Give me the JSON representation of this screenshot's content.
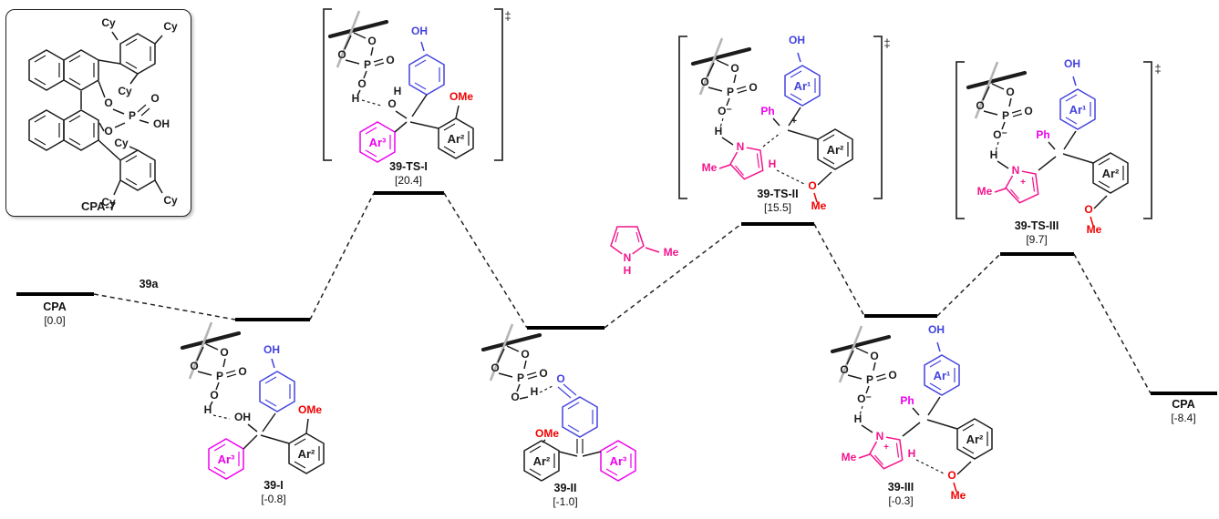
{
  "palette": {
    "blue": "#4343e0",
    "magenta": "#ee00ee",
    "pink": "#f4148c",
    "red": "#f20000",
    "gray_slash": "#b5b5b5",
    "black": "#1c1c1c"
  },
  "atoms": {
    "oh": "OH",
    "ome": "OMe",
    "o": "O",
    "ominus": "O⁻",
    "p": "P",
    "h": "H",
    "n": "N",
    "me": "Me",
    "ph": "Ph",
    "ar1": "Ar¹",
    "ar2": "Ar²",
    "ar3": "Ar³",
    "cy": "Cy",
    "plus": "+",
    "ddagger": "‡"
  },
  "catalyst": {
    "label": "CPA-7"
  },
  "labels": {
    "reagent": "39a"
  },
  "species": {
    "cpa_start": {
      "name": "CPA",
      "energy": "[0.0]",
      "value": 0.0
    },
    "int1": {
      "name": "39-I",
      "energy": "[-0.8]",
      "value": -0.8
    },
    "ts1": {
      "name": "39-TS-I",
      "energy": "[20.4]",
      "value": 20.4
    },
    "int2": {
      "name": "39-II",
      "energy": "[-1.0]",
      "value": -1.0
    },
    "ts2": {
      "name": "39-TS-II",
      "energy": "[15.5]",
      "value": 15.5
    },
    "int3": {
      "name": "39-III",
      "energy": "[-0.3]",
      "value": -0.3
    },
    "ts3": {
      "name": "39-TS-III",
      "energy": "[9.7]",
      "value": 9.7
    },
    "cpa_end": {
      "name": "CPA",
      "energy": "[-8.4]",
      "value": -8.4
    }
  },
  "chart_data": {
    "type": "line",
    "subtype": "reaction-coordinate-energy-profile",
    "categories": [
      "CPA",
      "39-I",
      "39-TS-I",
      "39-II",
      "39-TS-II",
      "39-III",
      "39-TS-III",
      "CPA"
    ],
    "values": [
      0.0,
      -0.8,
      20.4,
      -1.0,
      15.5,
      -0.3,
      9.7,
      -8.4
    ],
    "transition_states": [
      "39-TS-I",
      "39-TS-II",
      "39-TS-III"
    ],
    "minima": [
      "CPA",
      "39-I",
      "39-II",
      "39-III",
      "CPA"
    ],
    "annotations": [
      "39a"
    ],
    "catalyst": "CPA-7",
    "ylim": [
      -10,
      22
    ],
    "grid": false,
    "legend": false,
    "line_style": "dashed-connectors-with-solid-levels"
  }
}
